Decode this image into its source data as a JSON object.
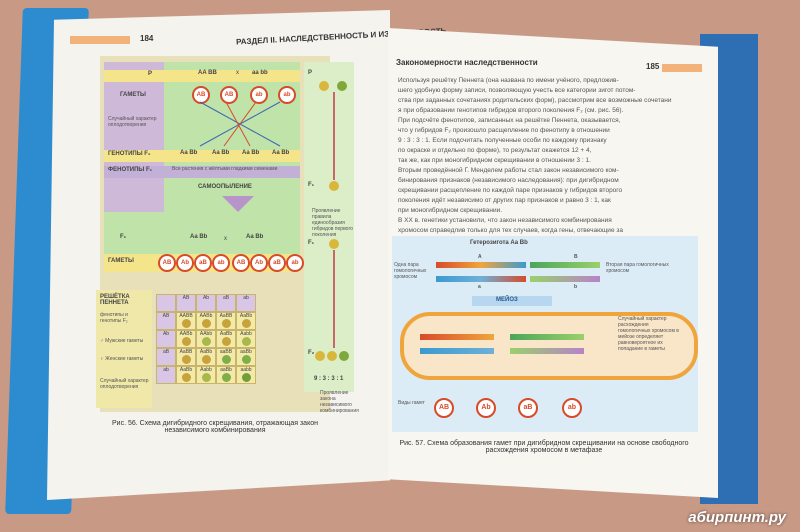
{
  "left_page": {
    "page_number": "184",
    "header": "РАЗДЕЛ II. НАСЛЕДСТВЕННОСТЬ И ИЗМЕНЧИВОСТЬ",
    "labels": {
      "p": "P",
      "gametes": "ГАМЕТЫ",
      "random": "Случайный характер оплодотворения",
      "genotypes_f1": "ГЕНОТИПЫ F₁",
      "phenotypes_f1": "ФЕНОТИПЫ F₁",
      "phenotype_note": "Все растения с жёлтыми гладкими семенами",
      "selfing": "САМООПЫЛЕНИЕ",
      "f1": "F₁",
      "gametes2": "ГАМЕТЫ",
      "punnett_title": "РЕШЁТКА ПЕННЕТА",
      "punnett_sub": "фенотипы и генотипы F₂",
      "male": "♂ Мужские гаметы",
      "female": "♀ Женские гаметы",
      "random2": "Случайный характер оплодотворения",
      "cross": "x",
      "ratio": "9 : 3 : 3 : 1",
      "law": "Проявление закона независимого комбинирования",
      "right_note": "Проявление правила единообразия гибридов первого поколения"
    },
    "parents": [
      "AA BB",
      "aa bb"
    ],
    "f1_genotype": "Aa Bb",
    "gametes_p": [
      "AB",
      "AB",
      "ab",
      "ab"
    ],
    "gametes_f1_left": [
      "AB",
      "Ab",
      "aB",
      "ab"
    ],
    "gametes_f1_right": [
      "AB",
      "Ab",
      "aB",
      "ab"
    ],
    "punnett_header": [
      "AB",
      "Ab",
      "aB",
      "ab"
    ],
    "punnett_rows": [
      [
        "AABB",
        "AABb",
        "AaBB",
        "AaBb"
      ],
      [
        "AABb",
        "AAbb",
        "AaBb",
        "Aabb"
      ],
      [
        "AaBB",
        "AaBb",
        "aaBB",
        "aaBb"
      ],
      [
        "AaBb",
        "Aabb",
        "aaBb",
        "aabb"
      ]
    ],
    "right_col": {
      "f1": "F₁",
      "f2": "F₂"
    },
    "caption": "Рис. 56. Схема дигибридного скрещивания, отражающая закон независимого комбинирования"
  },
  "right_page": {
    "page_number": "185",
    "header": "Закономерности наследственности",
    "text_lines": [
      "Используя решётку Пеннета (она названа по имени учёного, предложив-",
      "шего удобную форму записи, позволяющую учесть все категории зигот потом-",
      "ства при заданных сочетаниях родительских форм), рассмотрим все возможные сочетани",
      "я при образовании генотипов гибридов второго поколения F₂ (см. рис. 56).",
      "При подсчёте фенотипов, записанных на решётке Пеннета, оказывается,",
      "что у гибридов F₂ произошло расщепление по фенотипу в отношении",
      "9 : 3 : 3 : 1. Если подсчитать полученные особи по каждому признаку",
      "по окраске и отдельно по форме), то результат окажется 12 + 4,",
      "так же, как при моногибридном скрещивании в отношении 3 : 1.",
      "Вторым проведённой Г. Менделем работы стал закон независимого ком-",
      "бинирования признаков (независимого наследования): при дигибридном",
      "скрещивании расщепление по каждой паре признаков у гибридов второго",
      "поколения идёт независимо от других пар признаков и равно 3 : 1, как",
      "при моногибридном скрещивании.",
      "В XX в. генетики установили, что закон независимого комбинирования",
      "хромосом справедлив только для тех случаев, когда гены, отвечающие за"
    ],
    "diagram": {
      "hetero": "Гетерозигота   Aa Bb",
      "pair1": "Одна пара гомологичных хромосом",
      "pair2": "Вторая пара гомологичных хромосом",
      "meiosis": "МЕЙОЗ",
      "random": "Случайный характер расхождения гомологичных хромосом в мейозе определяет равновероятное их попадание в гаметы",
      "types": "Виды гамет",
      "gametes": [
        "AB",
        "Ab",
        "aB",
        "ab"
      ],
      "gene_a": "A",
      "gene_a_low": "a",
      "gene_b": "B",
      "gene_b_low": "b"
    },
    "caption": "Рис. 57. Схема образования гамет при дигибридном скрещивании на основе свободного расхождения хромосом в метафазе"
  },
  "watermark": "абирпинт.ру",
  "colors": {
    "background": "#c89a86",
    "book_blue": "#2d8bd0",
    "gamete_red": "#d84b2a",
    "green_panel": "#bfe3a8",
    "lilac": "#cfb9d8",
    "yellow_band": "#f4e48a"
  }
}
